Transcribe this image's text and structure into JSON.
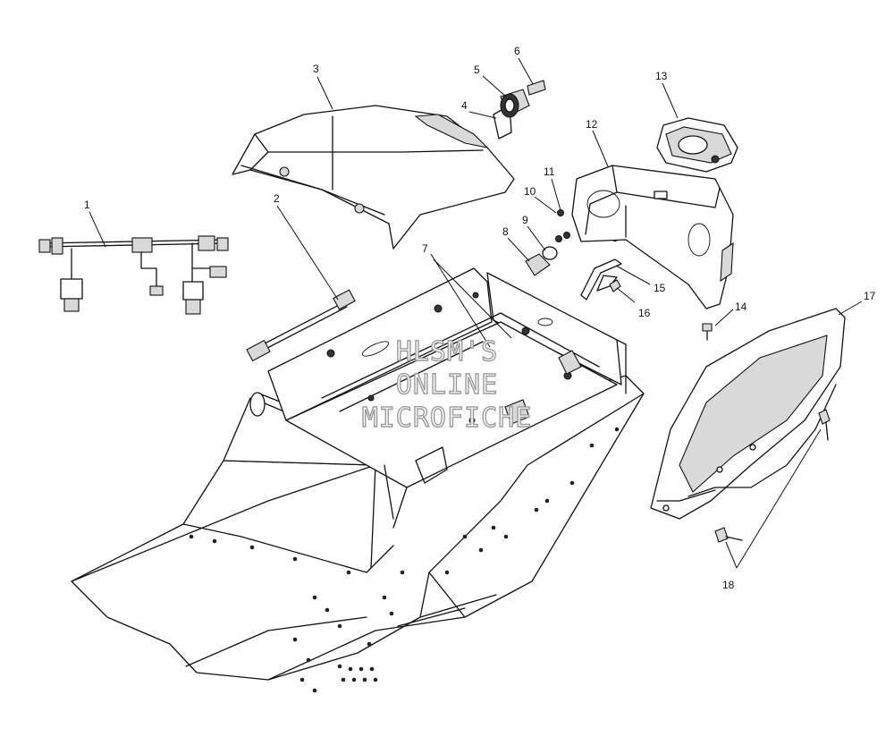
{
  "callouts": [
    "1",
    "2",
    "3",
    "4",
    "5",
    "6",
    "7",
    "8",
    "9",
    "10",
    "11",
    "12",
    "13",
    "14",
    "15",
    "16",
    "17",
    "18"
  ],
  "watermark": {
    "line1": "HLSM'S",
    "line2": "ONLINE",
    "line3": "MICROFICHE"
  }
}
